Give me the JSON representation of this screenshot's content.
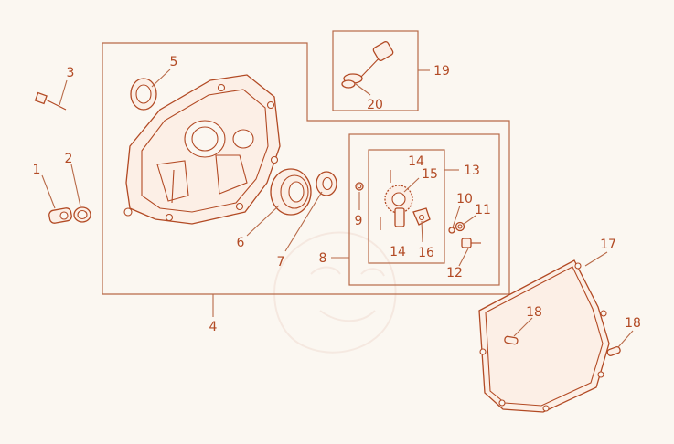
{
  "diagram": {
    "line_color": "#b24a24",
    "background_color": "#fbf7f1",
    "callouts": [
      "1",
      "2",
      "3",
      "4",
      "5",
      "6",
      "7",
      "8",
      "9",
      "10",
      "11",
      "12",
      "13",
      "14",
      "14",
      "15",
      "16",
      "17",
      "18",
      "18",
      "19",
      "20"
    ]
  }
}
